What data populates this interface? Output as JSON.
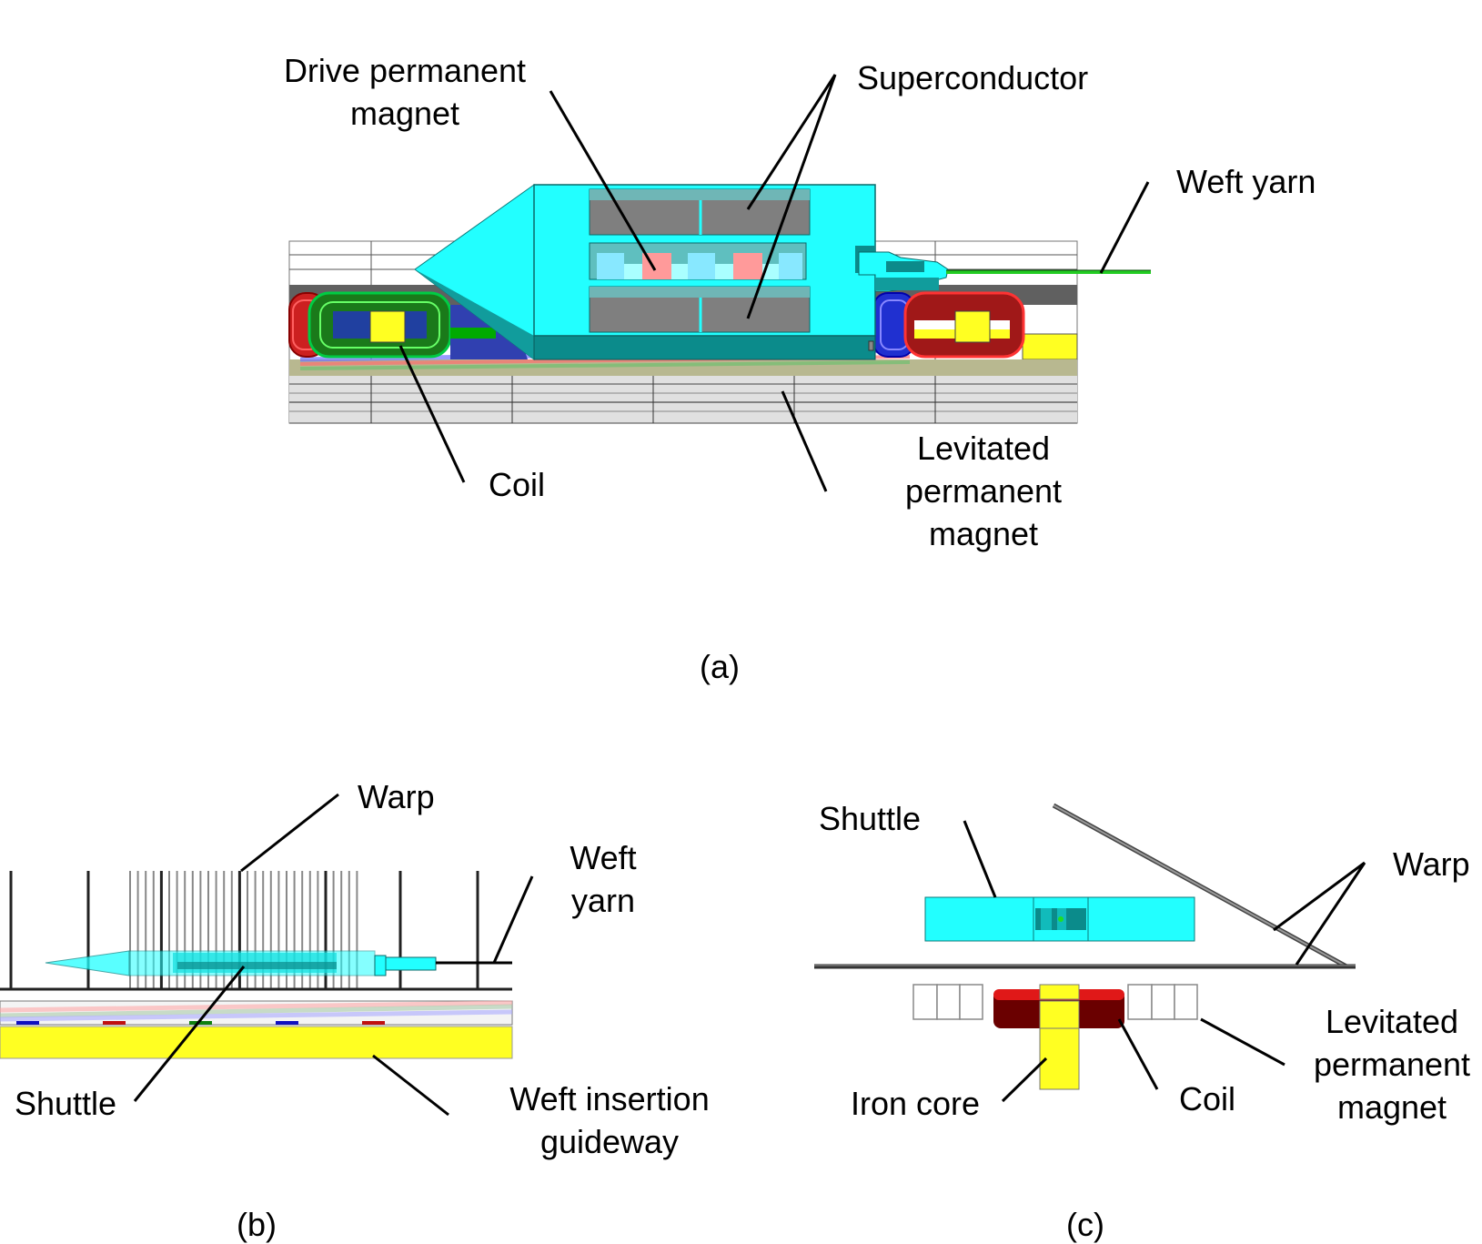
{
  "panels": {
    "a": {
      "caption": "(a)",
      "labels": {
        "drive_pm_line1": "Drive permanent",
        "drive_pm_line2": "magnet",
        "superconductor": "Superconductor",
        "weft_yarn": "Weft yarn",
        "coil": "Coil",
        "levitated_line1": "Levitated",
        "levitated_line2": "permanent",
        "levitated_line3": "magnet"
      }
    },
    "b": {
      "caption": "(b)",
      "labels": {
        "warp": "Warp",
        "weft_line1": "Weft",
        "weft_line2": "yarn",
        "shuttle": "Shuttle",
        "guideway_line1": "Weft insertion",
        "guideway_line2": "guideway"
      }
    },
    "c": {
      "caption": "(c)",
      "labels": {
        "shuttle": "Shuttle",
        "warp": "Warp",
        "iron_core": "Iron core",
        "coil": "Coil",
        "levitated_line1": "Levitated",
        "levitated_line2": "permanent",
        "levitated_line3": "magnet"
      }
    }
  },
  "colors": {
    "shuttle": "#22ffff",
    "shuttle_dark": "#0b8b8b",
    "superconductor": "#7f7f7f",
    "drive_magnet": "#ff9a9a",
    "coil_red": "#e00000",
    "coil_green": "#00a000",
    "coil_blue": "#0000d0",
    "iron_yellow": "#ffff22",
    "coil_dark_red": "#6a0000",
    "weft_green": "#22cc22"
  }
}
